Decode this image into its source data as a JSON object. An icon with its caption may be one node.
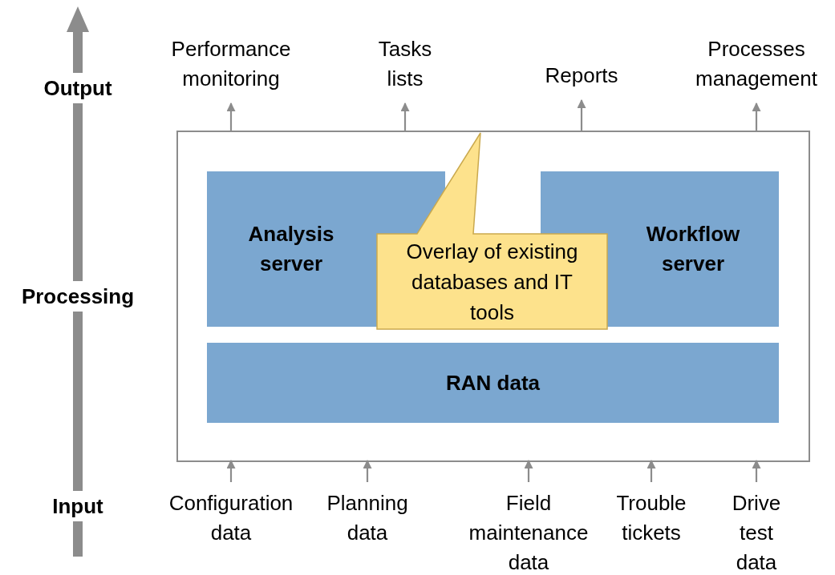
{
  "diagram": {
    "nodes": [
      {
        "text": [
          "Performance monitoring"
        ]
      },
      {
        "text": [
          "Tasks lists"
        ]
      },
      {
        "text": [
          "Reports"
        ]
      },
      {
        "text": [
          "Processes management"
        ]
      },
      {
        "text": [],
        "shape": "box"
      },
      {
        "text": [
          "Analysis server"
        ],
        "in": 4
      },
      {
        "text": [
          "Workflow server"
        ],
        "in": 4
      },
      {
        "text": [
          "Overlay of existing databases and IT tools"
        ],
        "in": 4
      },
      {
        "text": [
          "RAN data"
        ],
        "in": 4
      },
      {
        "text": [
          "Configuration data"
        ]
      },
      {
        "text": [
          "Planning data"
        ]
      },
      {
        "text": [
          "Field maintenance data"
        ]
      },
      {
        "text": [
          "Trouble tickets"
        ]
      },
      {
        "text": [
          "Drive test data"
        ]
      }
    ],
    "edges": [
      {
        "from": 4,
        "to": 0,
        "arrow": "to"
      },
      {
        "from": 4,
        "to": 1,
        "arrow": "to"
      },
      {
        "from": 4,
        "to": 2,
        "arrow": "to"
      },
      {
        "from": 4,
        "to": 3,
        "arrow": "to"
      },
      {
        "from": 9,
        "to": 4,
        "arrow": "to"
      },
      {
        "from": 10,
        "to": 4,
        "arrow": "to"
      },
      {
        "from": 11,
        "to": 4,
        "arrow": "to"
      },
      {
        "from": 12,
        "to": 4,
        "arrow": "to"
      },
      {
        "from": 13,
        "to": 4,
        "arrow": "to"
      }
    ],
    "labels": [
      "Output",
      "Processing",
      "Input"
    ]
  }
}
